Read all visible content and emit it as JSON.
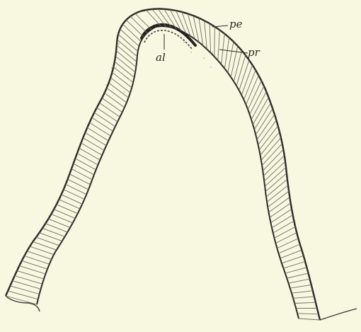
{
  "figure": {
    "labels": {
      "pe": "pe",
      "pr": "pr",
      "al": "al"
    }
  },
  "colors": {
    "background": "#f8f7e0",
    "outline": "#2b2b2b",
    "stripes": "#6e6e62",
    "shading": "#b9b9a8"
  }
}
